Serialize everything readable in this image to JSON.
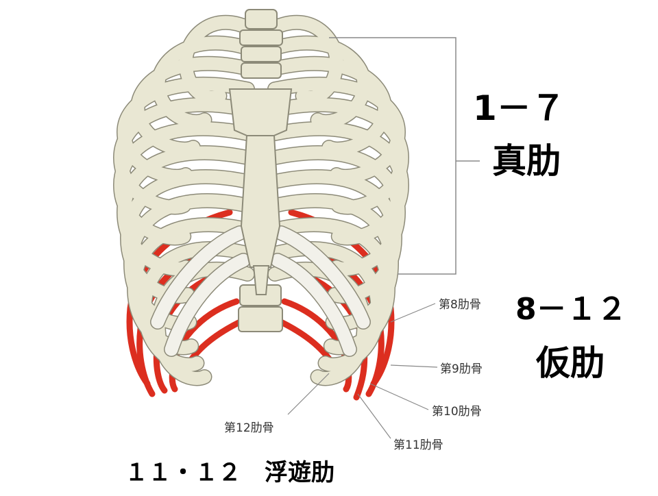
{
  "groups": {
    "true_ribs": {
      "range": "1－７",
      "name": "真肋"
    },
    "false_ribs": {
      "range": "8－１２",
      "name": "仮肋"
    },
    "floating_ribs": {
      "text": "１１・１２　浮遊肋"
    }
  },
  "labels": {
    "rib8": "第8肋骨",
    "rib9": "第9肋骨",
    "rib10": "第10肋骨",
    "rib11": "第11肋骨",
    "rib12": "第12肋骨"
  },
  "colors": {
    "bone_fill": "#e9e7d3",
    "bone_stroke": "#8c8a78",
    "highlight_rib": "#dc2e1f",
    "leader_line": "#888888"
  }
}
